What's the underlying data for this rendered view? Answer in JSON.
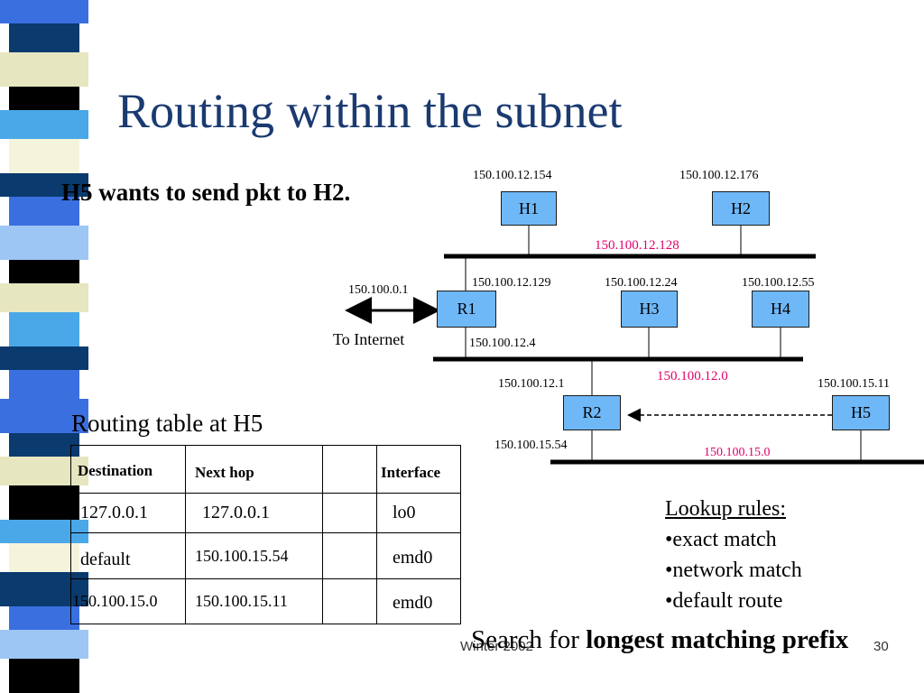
{
  "slide": {
    "title": "Routing within the subnet",
    "subtitle": "H5 wants to send pkt to H2.",
    "routing_caption": "Routing table at H5",
    "footer_left": "Winter 2002",
    "footer_right": "30"
  },
  "network": {
    "nodes": [
      {
        "id": "H1",
        "label": "H1",
        "ip": "150.100.12.154"
      },
      {
        "id": "H2",
        "label": "H2",
        "ip": "150.100.12.176"
      },
      {
        "id": "R1",
        "label": "R1",
        "ip_left": "150.100.0.1",
        "ip_top": "150.100.12.129",
        "ip_bottom": "150.100.12.4"
      },
      {
        "id": "H3",
        "label": "H3",
        "ip": "150.100.12.24"
      },
      {
        "id": "H4",
        "label": "H4",
        "ip": "150.100.12.55"
      },
      {
        "id": "R2",
        "label": "R2",
        "ip_top": "150.100.12.1",
        "ip_bottom": "150.100.15.54"
      },
      {
        "id": "H5",
        "label": "H5",
        "ip": "150.100.15.11"
      }
    ],
    "subnets": [
      "150.100.12.128",
      "150.100.12.0",
      "150.100.15.0"
    ],
    "internet_label": "To Internet"
  },
  "routing_table": {
    "headers": [
      "Destination",
      "Next hop",
      "",
      "Interface"
    ],
    "rows": [
      [
        "127.0.0.1",
        "127.0.0.1",
        "",
        "lo0"
      ],
      [
        "default",
        "150.100.15.54",
        "",
        "emd0"
      ],
      [
        "150.100.15.0",
        "150.100.15.11",
        "",
        "emd0"
      ]
    ]
  },
  "lookup_rules": {
    "heading": "Lookup rules:",
    "items": [
      "•exact match",
      "•network match",
      "•default route"
    ]
  },
  "search": {
    "prefix": "Search for ",
    "emphasis": "longest matching prefix"
  },
  "colors": {
    "title": "#1a3a70",
    "node_fill": "#6fb8f8",
    "subnet_label": "#e0006c"
  }
}
